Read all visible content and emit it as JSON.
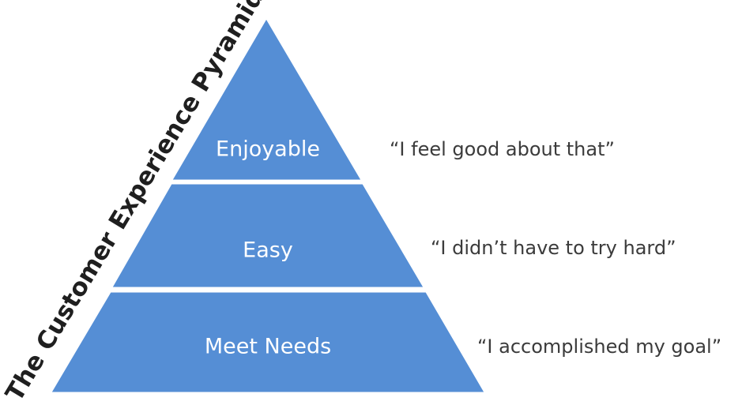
{
  "diagram": {
    "title": "The Customer Experience Pyramid",
    "fill_color": "#558ED5",
    "stroke_color": "#ffffff",
    "tiers": [
      {
        "label": "Enjoyable",
        "quote": "“I feel good about that”"
      },
      {
        "label": "Easy",
        "quote": "“I didn’t have to try hard”"
      },
      {
        "label": "Meet Needs",
        "quote": "“I accomplished my goal”"
      }
    ]
  }
}
